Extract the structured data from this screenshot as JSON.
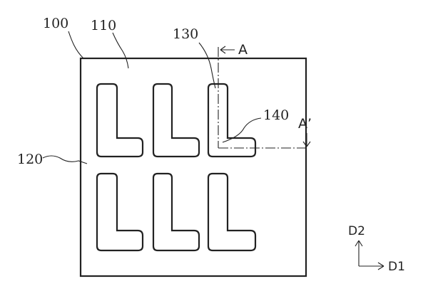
{
  "figure": {
    "labels": {
      "substrate": "100",
      "region_110": "110",
      "region_120": "120",
      "pattern_130": "130",
      "corner_140": "140"
    },
    "section_marks": {
      "start": "A",
      "end": "A’"
    },
    "axes": {
      "vertical": "D2",
      "horizontal": "D1"
    }
  }
}
